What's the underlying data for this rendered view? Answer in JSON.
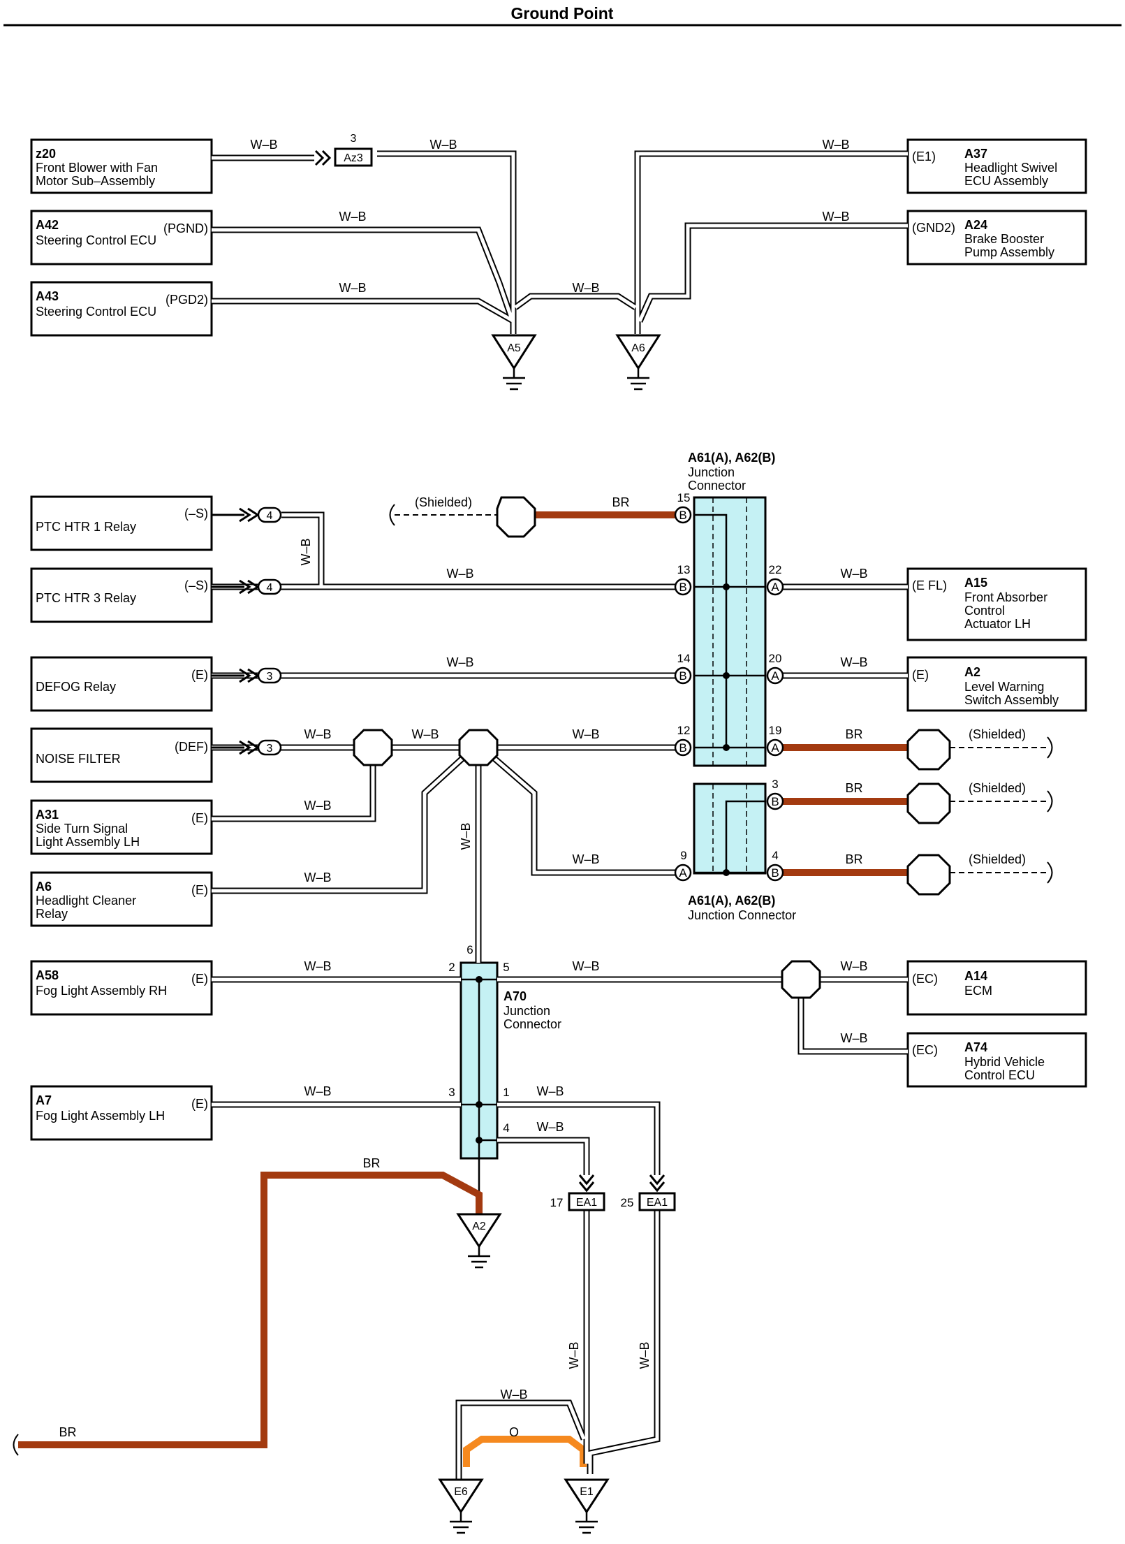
{
  "title": "Ground Point",
  "wire_labels": {
    "wb": "W–B",
    "br": "BR",
    "o": "O",
    "shielded": "(Shielded)"
  },
  "components": {
    "z20": {
      "code": "z20",
      "line1": "Front Blower with Fan",
      "line2": "Motor Sub–Assembly"
    },
    "a42": {
      "code": "A42",
      "line1": "Steering Control ECU",
      "pin": "(PGND)"
    },
    "a43": {
      "code": "A43",
      "line1": "Steering Control ECU",
      "pin": "(PGD2)"
    },
    "a37": {
      "code": "A37",
      "line1": "Headlight Swivel",
      "line2": "ECU Assembly",
      "pin": "(E1)"
    },
    "a24": {
      "code": "A24",
      "line1": "Brake Booster",
      "line2": "Pump Assembly",
      "pin": "(GND2)"
    },
    "ptc1": {
      "line1": "PTC HTR 1 Relay",
      "pin": "(–S)"
    },
    "ptc3": {
      "line1": "PTC HTR 3 Relay",
      "pin": "(–S)"
    },
    "defog": {
      "line1": "DEFOG Relay",
      "pin": "(E)"
    },
    "noise": {
      "line1": "NOISE FILTER",
      "pin": "(DEF)"
    },
    "a31": {
      "code": "A31",
      "line1": "Side Turn Signal",
      "line2": "Light Assembly LH",
      "pin": "(E)"
    },
    "a6": {
      "code": "A6",
      "line1": "Headlight Cleaner",
      "line2": "Relay",
      "pin": "(E)"
    },
    "a58": {
      "code": "A58",
      "line1": "Fog Light Assembly RH",
      "pin": "(E)"
    },
    "a7": {
      "code": "A7",
      "line1": "Fog Light Assembly LH",
      "pin": "(E)"
    },
    "a15": {
      "code": "A15",
      "line1": "Front Absorber",
      "line2": "Control",
      "line3": "Actuator LH",
      "pin": "(E FL)"
    },
    "a2": {
      "code": "A2",
      "line1": "Level Warning",
      "line2": "Switch Assembly",
      "pin": "(E)"
    },
    "a14": {
      "code": "A14",
      "line1": "ECM",
      "pin": "(EC)"
    },
    "a74": {
      "code": "A74",
      "line1": "Hybrid Vehicle",
      "line2": "Control ECU",
      "pin": "(EC)"
    }
  },
  "junctions": {
    "j_top": {
      "code": "A61(A), A62(B)",
      "line1": "Junction",
      "line2": "Connector"
    },
    "j_bottom": {
      "code": "A61(A), A62(B)",
      "line1": "Junction Connector"
    },
    "a70": {
      "code": "A70",
      "line1": "Junction",
      "line2": "Connector"
    }
  },
  "connectors": {
    "az3": {
      "name": "Az3",
      "pin": "3"
    },
    "ea1_17": {
      "name": "EA1",
      "pin": "17"
    },
    "ea1_25": {
      "name": "EA1",
      "pin": "25"
    },
    "c_ptc1": "4",
    "c_ptc3": "4",
    "c_defog": "3",
    "c_noise": "3"
  },
  "grounds": {
    "a5": "A5",
    "a6": "A6",
    "a2": "A2",
    "e6": "E6",
    "e1": "E1"
  },
  "pins": {
    "p15": "15",
    "p13": "13",
    "p14": "14",
    "p12": "12",
    "p22": "22",
    "p20": "20",
    "p19": "19",
    "p3": "3",
    "p9": "9",
    "p4": "4",
    "a70_6": "6",
    "a70_2": "2",
    "a70_5": "5",
    "a70_3": "3",
    "a70_1": "1",
    "a70_4": "4"
  },
  "pin_letters": {
    "a": "A",
    "b": "B"
  },
  "colors": {
    "wire_wb": "#000000",
    "wire_br": "#a33a10",
    "wire_o": "#f5891f",
    "junction_fill": "#c5f1f4"
  }
}
